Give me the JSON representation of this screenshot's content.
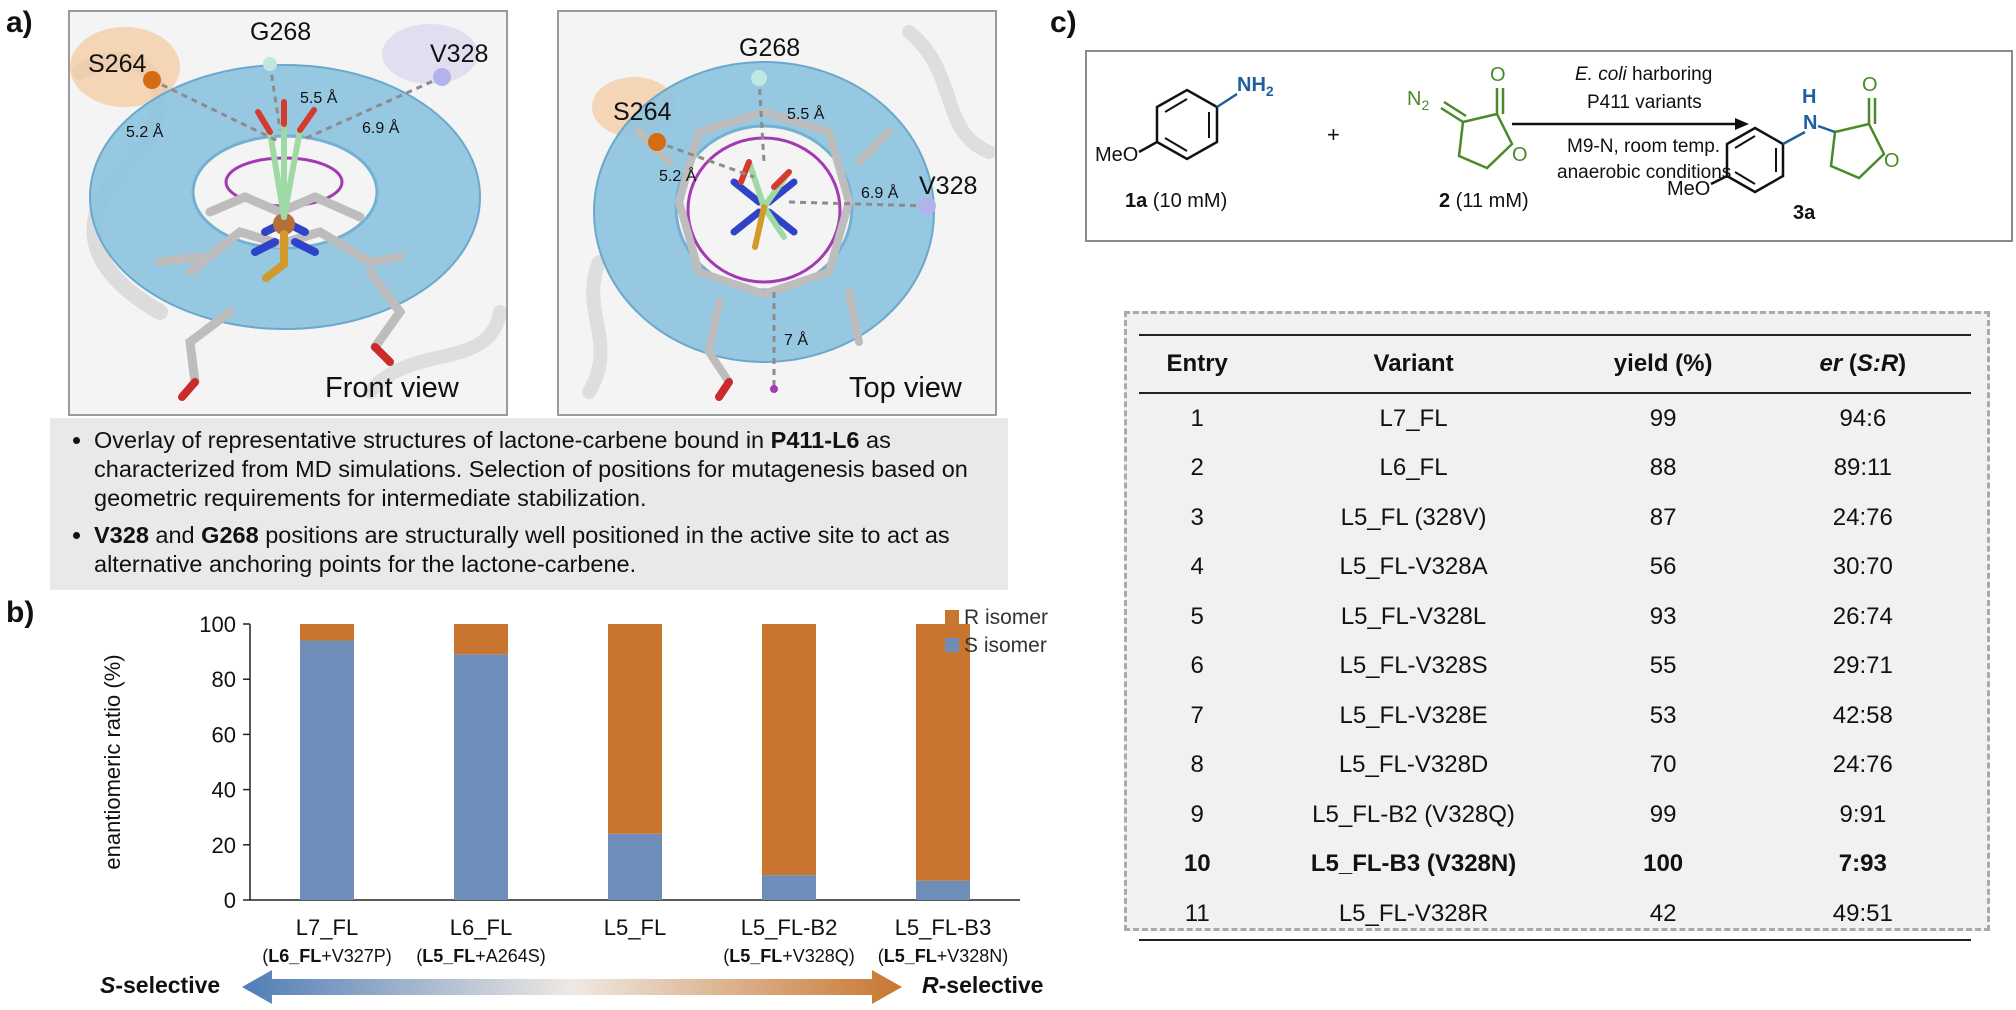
{
  "panels": {
    "a": "a)",
    "b": "b)",
    "c": "c)"
  },
  "front_view": {
    "view_label": "Front view",
    "residues": [
      "S264",
      "G268",
      "V328"
    ],
    "distances": [
      "5.2 Å",
      "5.5 Å",
      "6.9 Å"
    ]
  },
  "top_view": {
    "view_label": "Top view",
    "residues": [
      "S264",
      "G268",
      "V328"
    ],
    "distances": [
      "5.2 Å",
      "5.5 Å",
      "6.9 Å",
      "7 Å"
    ]
  },
  "caption": {
    "bullet1_pre": "Overlay of representative structures of lactone-carbene bound in ",
    "bullet1_bold": "P411-L6",
    "bullet1_post": " as characterized from MD simulations. Selection of positions for mutagenesis based on geometric requirements for intermediate stabilization.",
    "bullet2_bold1": "V328",
    "bullet2_mid1": " and ",
    "bullet2_bold2": "G268",
    "bullet2_post": " positions are structurally well positioned in the active site to act as alternative anchoring points for the lactone-carbene."
  },
  "scheme": {
    "reagent1_sub": "NH",
    "reagent1_sub2": "2",
    "reagent1_meo": "MeO",
    "reagent1_label_num": "1a",
    "reagent1_label_conc": " (10 mM)",
    "plus": "+",
    "reagent2_n2": "N",
    "reagent2_n2sub": "2",
    "reagent2_o": "O",
    "reagent2_label_num": "2",
    "reagent2_label_conc": " (11 mM)",
    "cond1_italic": "E. coli",
    "cond1_rest": " harboring",
    "cond2": "P411 variants",
    "cond3": "M9-N, room temp.",
    "cond4": "anaerobic conditions",
    "product_h": "H",
    "product_n": "N",
    "product_meo": "MeO",
    "product_o": "O",
    "product_label": "3a"
  },
  "table": {
    "headers": {
      "entry": "Entry",
      "variant": "Variant",
      "yield": "yield (%)",
      "er_it": "er",
      "er_open": " (",
      "er_sr": "S:R",
      "er_close": ")"
    },
    "rows": [
      {
        "entry": "1",
        "variant": "L7_FL",
        "yield": "99",
        "er": "94:6"
      },
      {
        "entry": "2",
        "variant": "L6_FL",
        "yield": "88",
        "er": "89:11"
      },
      {
        "entry": "3",
        "variant": "L5_FL (328V)",
        "yield": "87",
        "er": "24:76"
      },
      {
        "entry": "4",
        "variant": "L5_FL-V328A",
        "yield": "56",
        "er": "30:70"
      },
      {
        "entry": "5",
        "variant": "L5_FL-V328L",
        "yield": "93",
        "er": "26:74"
      },
      {
        "entry": "6",
        "variant": "L5_FL-V328S",
        "yield": "55",
        "er": "29:71"
      },
      {
        "entry": "7",
        "variant": "L5_FL-V328E",
        "yield": "53",
        "er": "42:58"
      },
      {
        "entry": "8",
        "variant": "L5_FL-V328D",
        "yield": "70",
        "er": "24:76"
      },
      {
        "entry": "9",
        "variant": "L5_FL-B2 (V328Q)",
        "yield": "99",
        "er": "9:91"
      },
      {
        "entry": "10",
        "variant": "L5_FL-B3 (V328N)",
        "yield": "100",
        "er": "7:93"
      },
      {
        "entry": "11",
        "variant": "L5_FL-V328R",
        "yield": "42",
        "er": "49:51"
      }
    ]
  },
  "arrow": {
    "left_it": "S",
    "left_rest": "-selective",
    "right_it": "R",
    "right_rest": "-selective"
  },
  "colors": {
    "s_isomer": "#6e8db9",
    "r_isomer": "#c8762f",
    "torus": "#8cc3e0",
    "accent_blue": "#1f5f9e",
    "green": "#4a8a2a"
  },
  "chart_data": {
    "type": "bar",
    "stacked": true,
    "categories": [
      "L7_FL",
      "L6_FL",
      "L5_FL",
      "L5_FL-B2",
      "L5_FL-B3"
    ],
    "category_sublabels": [
      {
        "bold": "L6_FL",
        "rest": "+V327P"
      },
      {
        "bold": "L5_FL",
        "rest": "+A264S"
      },
      {
        "bold": "",
        "rest": ""
      },
      {
        "bold": "L5_FL",
        "rest": "+V328Q"
      },
      {
        "bold": "L5_FL",
        "rest": "+V328N"
      }
    ],
    "series": [
      {
        "name": "S isomer",
        "values": [
          94,
          89,
          24,
          9,
          7
        ]
      },
      {
        "name": "R isomer",
        "values": [
          6,
          11,
          76,
          91,
          93
        ]
      }
    ],
    "legend_order": [
      "R isomer",
      "S isomer"
    ],
    "ylabel": "enantiomeric ratio (%)",
    "ylim": [
      0,
      100
    ],
    "yticks": [
      "0",
      "20",
      "40",
      "60",
      "80",
      "100"
    ],
    "legend": "top-right",
    "grid": false
  }
}
